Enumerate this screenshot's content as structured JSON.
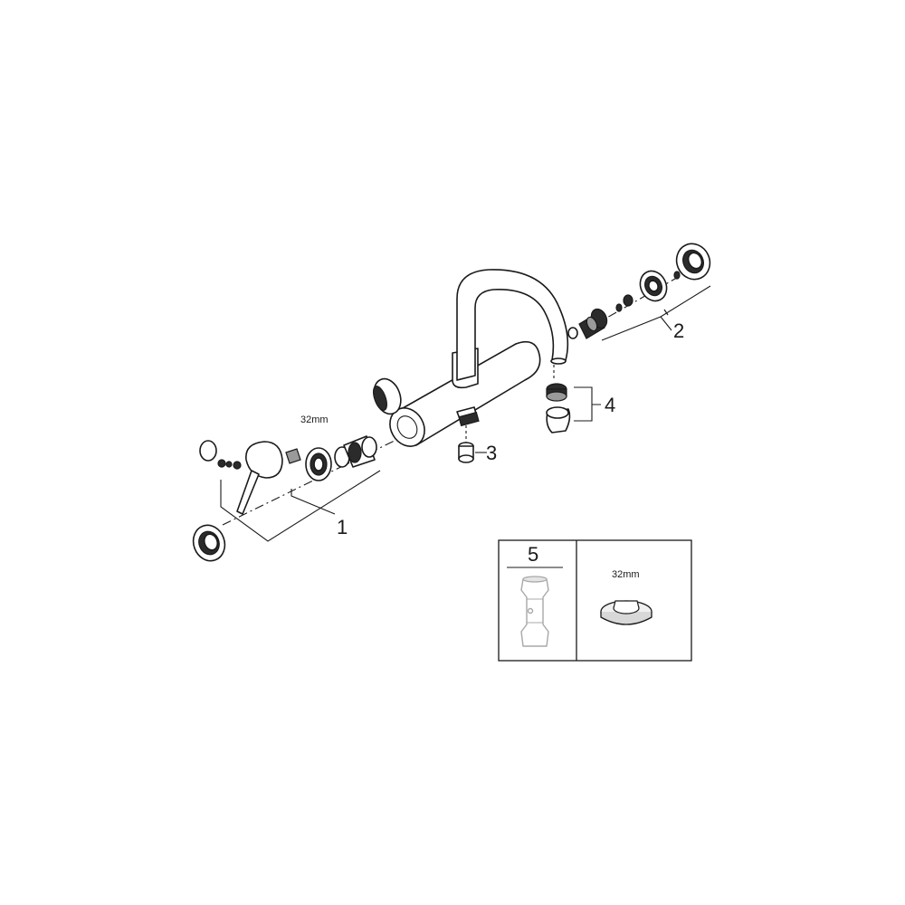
{
  "callouts": {
    "c1": "1",
    "c2": "2",
    "c3": "3",
    "c4": "4"
  },
  "labels": {
    "wrench_size_main": "32mm",
    "wrench_size_inset": "32mm"
  },
  "inset": {
    "tool_number": "5"
  }
}
